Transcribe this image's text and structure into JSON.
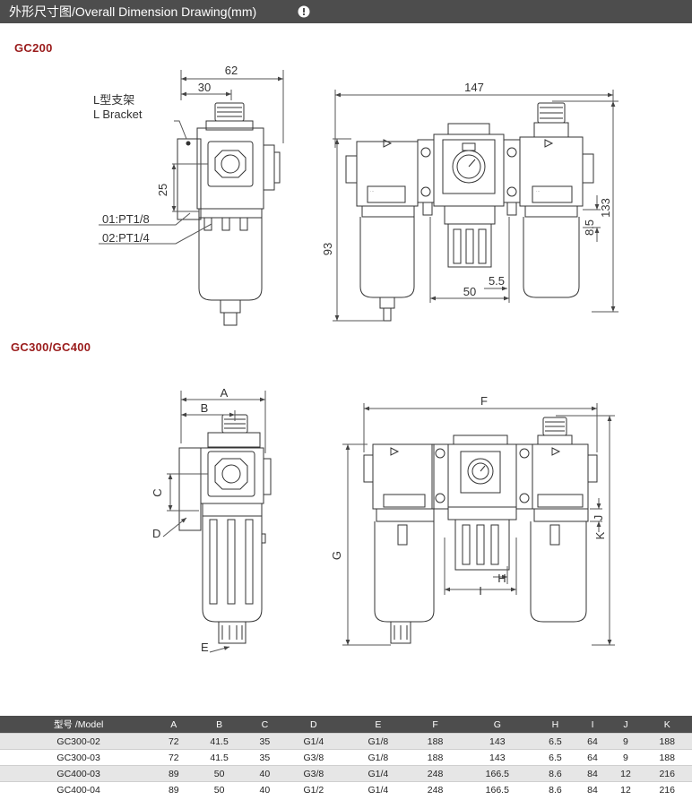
{
  "header": {
    "title": "外形尺寸图/Overall Dimension Drawing(mm)"
  },
  "sections": {
    "gc200": "GC200",
    "gc300": "GC300/GC400"
  },
  "gc200_dims": {
    "width62": "62",
    "width30": "30",
    "bracket_cn": "L型支架",
    "bracket_en": "L Bracket",
    "d25": "25",
    "port1": "01:PT1/8",
    "port2": "02:PT1/4",
    "w147": "147",
    "h93": "93",
    "h133": "133",
    "h85": "8.5",
    "w50": "50",
    "w55": "5.5"
  },
  "gc300_dims": {
    "A": "A",
    "B": "B",
    "C": "C",
    "D": "D",
    "E": "E",
    "F": "F",
    "G": "G",
    "H": "H",
    "I": "I",
    "J": "J",
    "K": "K"
  },
  "table": {
    "headers": [
      "型号 /Model",
      "A",
      "B",
      "C",
      "D",
      "E",
      "F",
      "G",
      "H",
      "I",
      "J",
      "K"
    ],
    "rows": [
      [
        "GC300-02",
        "72",
        "41.5",
        "35",
        "G1/4",
        "G1/8",
        "188",
        "143",
        "6.5",
        "64",
        "9",
        "188"
      ],
      [
        "GC300-03",
        "72",
        "41.5",
        "35",
        "G3/8",
        "G1/8",
        "188",
        "143",
        "6.5",
        "64",
        "9",
        "188"
      ],
      [
        "GC400-03",
        "89",
        "50",
        "40",
        "G3/8",
        "G1/4",
        "248",
        "166.5",
        "8.6",
        "84",
        "12",
        "216"
      ],
      [
        "GC400-04",
        "89",
        "50",
        "40",
        "G1/2",
        "G1/4",
        "248",
        "166.5",
        "8.6",
        "84",
        "12",
        "216"
      ]
    ]
  },
  "colors": {
    "header_bg": "#4d4d4d",
    "section_label": "#9a1b1b",
    "row_alt": "#e6e6e6"
  }
}
